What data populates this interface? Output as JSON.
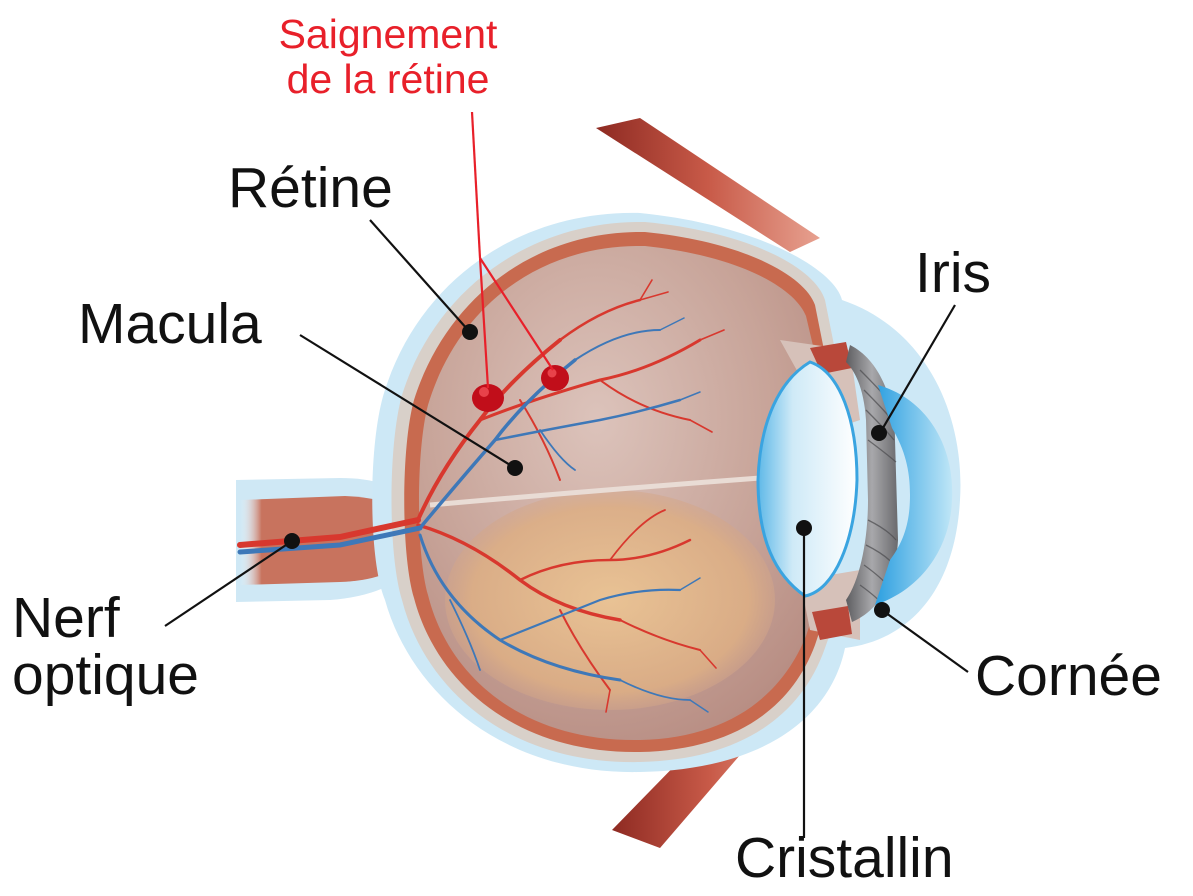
{
  "labels": {
    "saignement": "Saignement\nde la rétine",
    "retine": "Rétine",
    "macula": "Macula",
    "nerf_optique": "Nerf\noptique",
    "iris": "Iris",
    "cornee": "Cornée",
    "cristallin": "Cristallin"
  },
  "colors": {
    "highlight": "#e8202a",
    "label": "#111111",
    "leader": "#111111",
    "sclera_outer": "#c9e6f4",
    "choroid": "#cf6a4e",
    "vitreous": "#c9a79b",
    "macula_region": "#e2b486",
    "lens": "#bfe4f6",
    "iris": "#7d7d80",
    "cornea": "#7cc7ee",
    "artery": "#d8382e",
    "vein": "#3e78b8",
    "muscle": "#b9483a",
    "bleed": "#c10e1a"
  },
  "icons": {
    "bleed_marker": "filled-red-spot",
    "leader_dot": "filled-circle"
  }
}
